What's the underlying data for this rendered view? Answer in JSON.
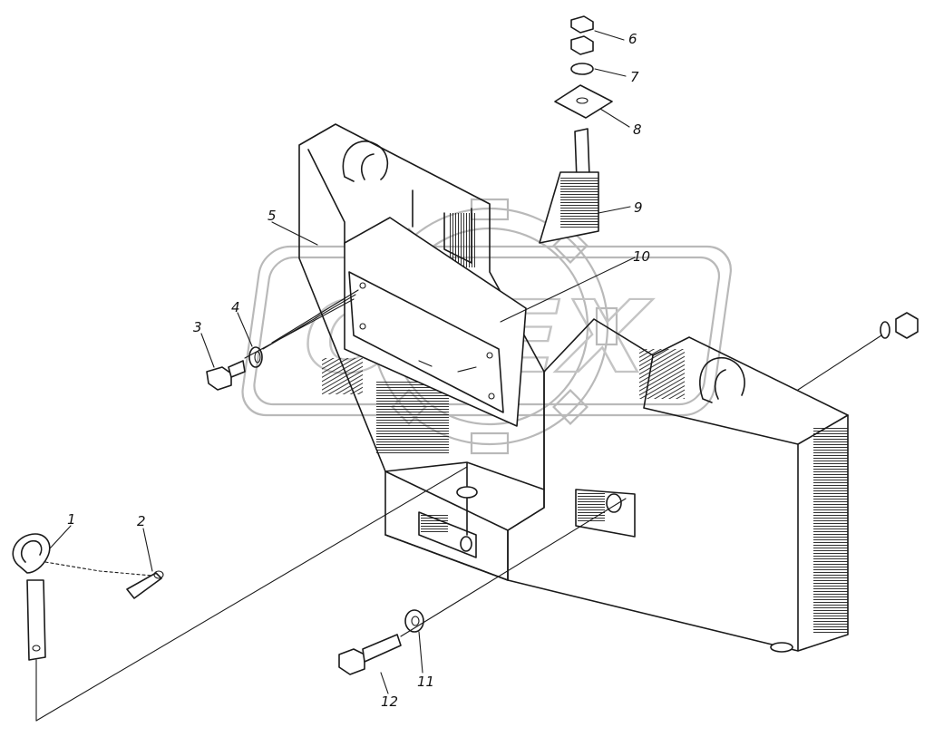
{
  "diagram": {
    "callouts": [
      {
        "id": "c1",
        "text": "1"
      },
      {
        "id": "c2",
        "text": "2"
      },
      {
        "id": "c3",
        "text": "3"
      },
      {
        "id": "c4",
        "text": "4"
      },
      {
        "id": "c5",
        "text": "5"
      },
      {
        "id": "c6",
        "text": "6"
      },
      {
        "id": "c7",
        "text": "7"
      },
      {
        "id": "c8",
        "text": "8"
      },
      {
        "id": "c9",
        "text": "9"
      },
      {
        "id": "c10",
        "text": "10"
      },
      {
        "id": "c11",
        "text": "11"
      },
      {
        "id": "c12",
        "text": "12"
      }
    ],
    "watermark": {
      "text": "OPEX"
    },
    "colors": {
      "line": "#1a1a1a",
      "watermark": "#b9b9b9",
      "background": "#ffffff"
    }
  }
}
